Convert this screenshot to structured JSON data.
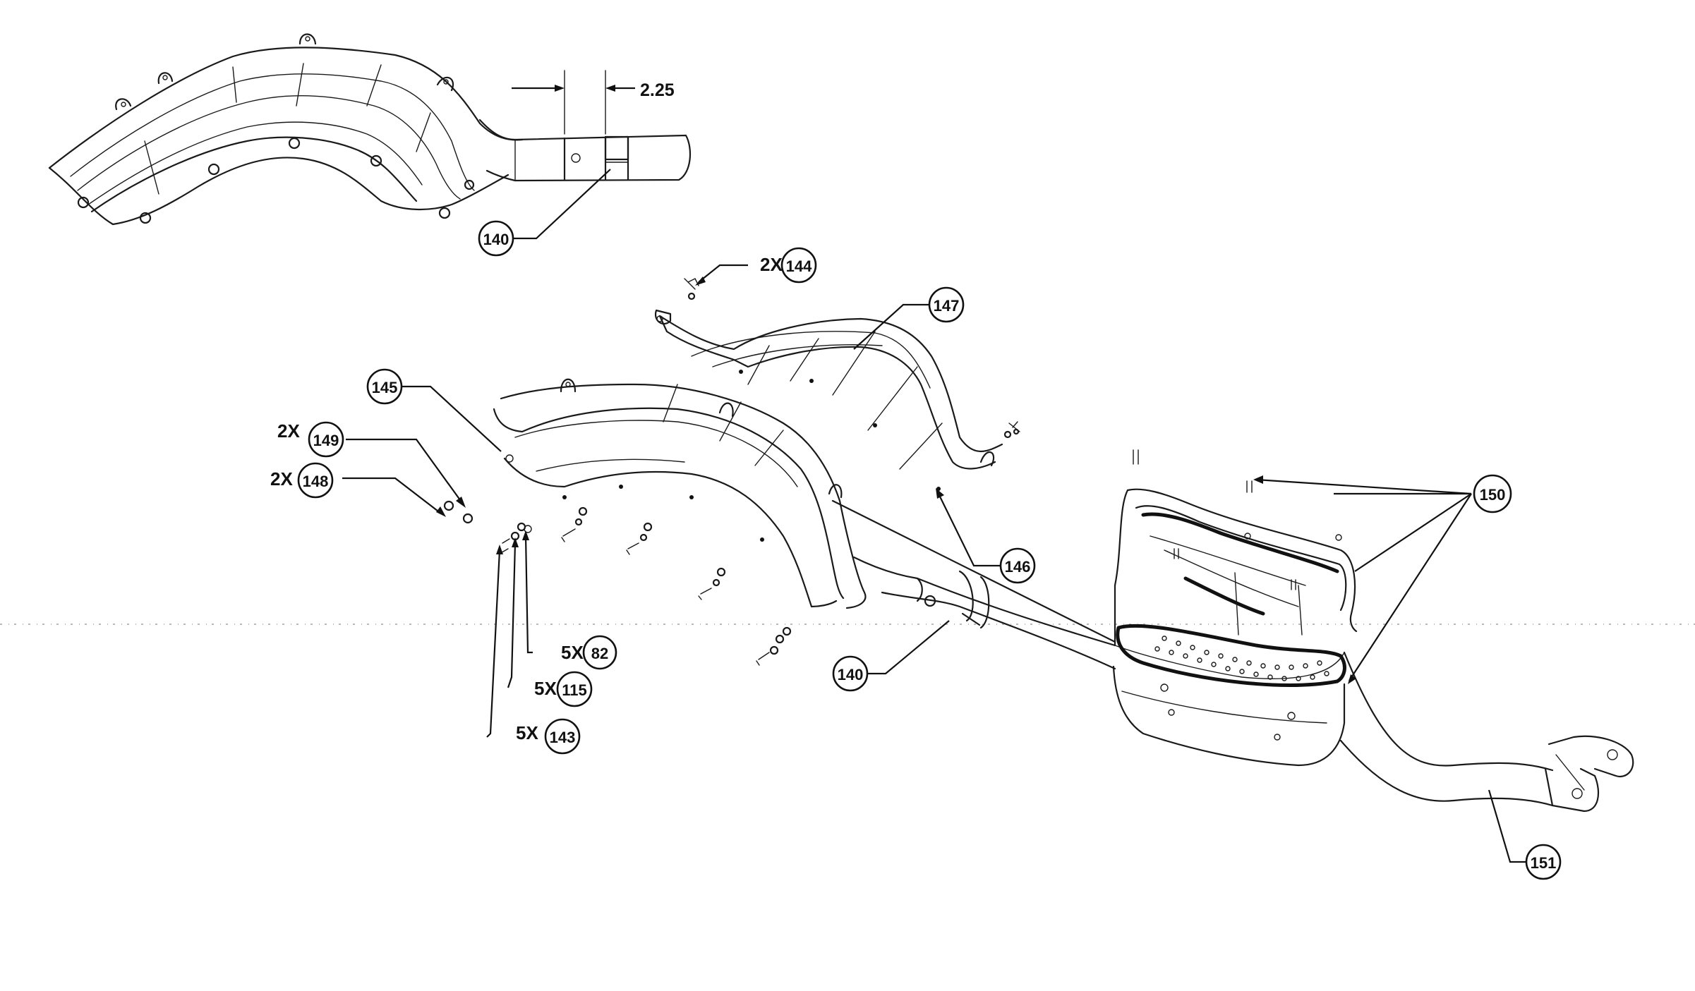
{
  "dimension": {
    "value": "2.25"
  },
  "callouts": [
    {
      "id": "c140a",
      "qty": "",
      "number": "140"
    },
    {
      "id": "c144",
      "qty": "2X",
      "number": "144"
    },
    {
      "id": "c147",
      "qty": "",
      "number": "147"
    },
    {
      "id": "c145",
      "qty": "",
      "number": "145"
    },
    {
      "id": "c149",
      "qty": "2X",
      "number": "149"
    },
    {
      "id": "c148",
      "qty": "2X",
      "number": "148"
    },
    {
      "id": "c146",
      "qty": "",
      "number": "146"
    },
    {
      "id": "c150",
      "qty": "",
      "number": "150"
    },
    {
      "id": "c82",
      "qty": "5X",
      "number": "82"
    },
    {
      "id": "c115",
      "qty": "5X",
      "number": "115"
    },
    {
      "id": "c143",
      "qty": "5X",
      "number": "143"
    },
    {
      "id": "c140b",
      "qty": "",
      "number": "140"
    },
    {
      "id": "c151",
      "qty": "",
      "number": "151"
    }
  ]
}
